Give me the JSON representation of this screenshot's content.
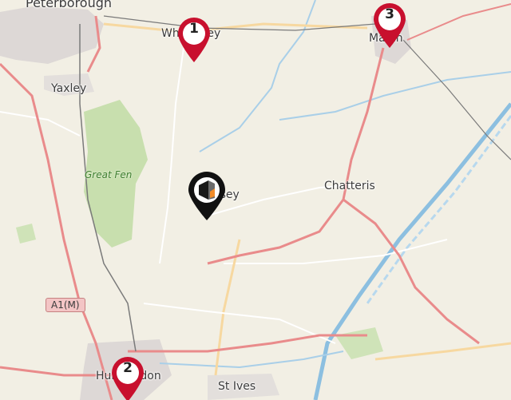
{
  "map": {
    "places": [
      {
        "id": "peterborough",
        "text": "Peterborough"
      },
      {
        "id": "whittlesey",
        "text": "Whittlesey"
      },
      {
        "id": "yaxley",
        "text": "Yaxley"
      },
      {
        "id": "march",
        "text": "March"
      },
      {
        "id": "chatteris",
        "text": "Chatteris"
      },
      {
        "id": "ramsey",
        "text": "Ramsey"
      },
      {
        "id": "great_fen",
        "text": "Great Fen"
      },
      {
        "id": "huntingdon",
        "text": "Huntingdon"
      },
      {
        "id": "st_ives",
        "text": "St Ives"
      }
    ],
    "road_shield": "A1(M)",
    "markers": [
      {
        "label": "1",
        "color": "#c8102e"
      },
      {
        "label": "2",
        "color": "#c8102e"
      },
      {
        "label": "3",
        "color": "#c8102e"
      }
    ],
    "center_marker": {
      "icon": "orange-white-logo-icon",
      "color": "#111111",
      "accent": "#f28c28"
    },
    "colors": {
      "land": "#f2efe4",
      "woods": "#c8dfae",
      "water": "#a9cfe8",
      "major_road": "#e98b8b",
      "minor_road": "#f7d8a0",
      "boundary": "#7a7a7a",
      "urban": "#ddd8d6"
    }
  }
}
